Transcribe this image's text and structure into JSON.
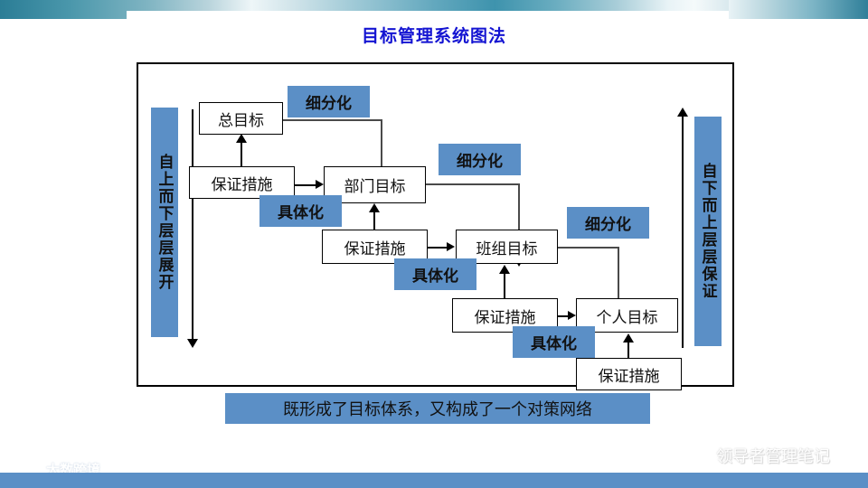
{
  "header": {
    "title": "目标管理系统图法",
    "title_color": "#1414d2",
    "band_color": "#3d8ba4"
  },
  "theme": {
    "accent_blue": "#5b8fc6",
    "box_border": "#000000",
    "connector": "#4a4a4a"
  },
  "diagram": {
    "left_banner": "自上而下层层展开",
    "right_banner": "自下而上层层保证",
    "goal_nodes": [
      {
        "label": "总目标"
      },
      {
        "label": "部门目标"
      },
      {
        "label": "班组目标"
      },
      {
        "label": "个人目标"
      }
    ],
    "measure_nodes": [
      {
        "label": "保证措施"
      },
      {
        "label": "保证措施"
      },
      {
        "label": "保证措施"
      },
      {
        "label": "保证措施"
      }
    ],
    "subdivide_tags": [
      {
        "label": "细分化"
      },
      {
        "label": "细分化"
      },
      {
        "label": "细分化"
      }
    ],
    "concretize_tags": [
      {
        "label": "具体化"
      },
      {
        "label": "具体化"
      },
      {
        "label": "具体化"
      }
    ]
  },
  "caption": {
    "text": "既形成了目标体系，又构成了一个对策网络"
  },
  "watermarks": {
    "left": {
      "text": "大数跨境",
      "icon": "logo-icon"
    },
    "right": {
      "text": "领导者管理笔记",
      "icon": "wechat-icon"
    }
  }
}
